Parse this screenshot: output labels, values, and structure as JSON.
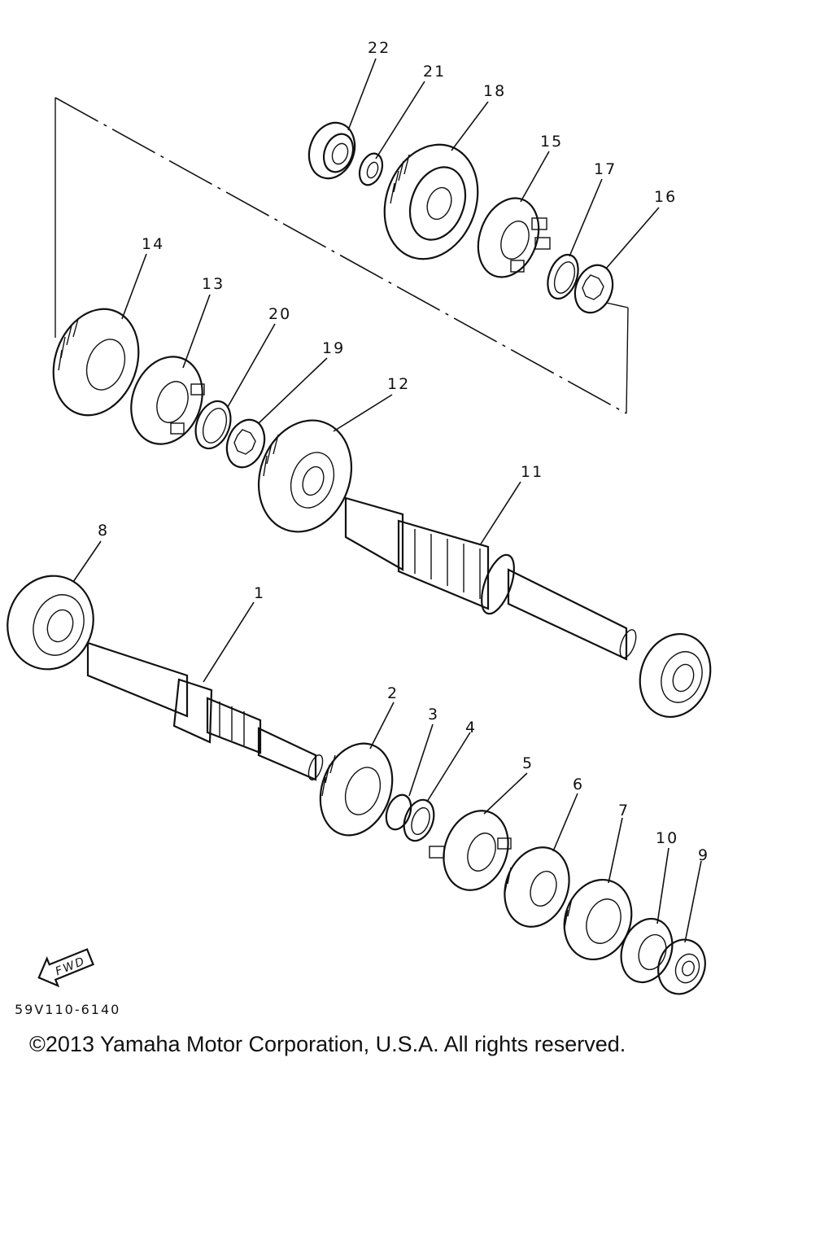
{
  "diagram": {
    "callouts": [
      "1",
      "2",
      "3",
      "4",
      "5",
      "6",
      "7",
      "8",
      "9",
      "10",
      "11",
      "12",
      "13",
      "14",
      "15",
      "16",
      "17",
      "18",
      "19",
      "20",
      "21",
      "22"
    ],
    "fwd_label": "FWD",
    "drawing_code": "59V110-6140"
  },
  "footer": {
    "copyright": "©2013 Yamaha Motor Corporation, U.S.A. All rights reserved."
  }
}
